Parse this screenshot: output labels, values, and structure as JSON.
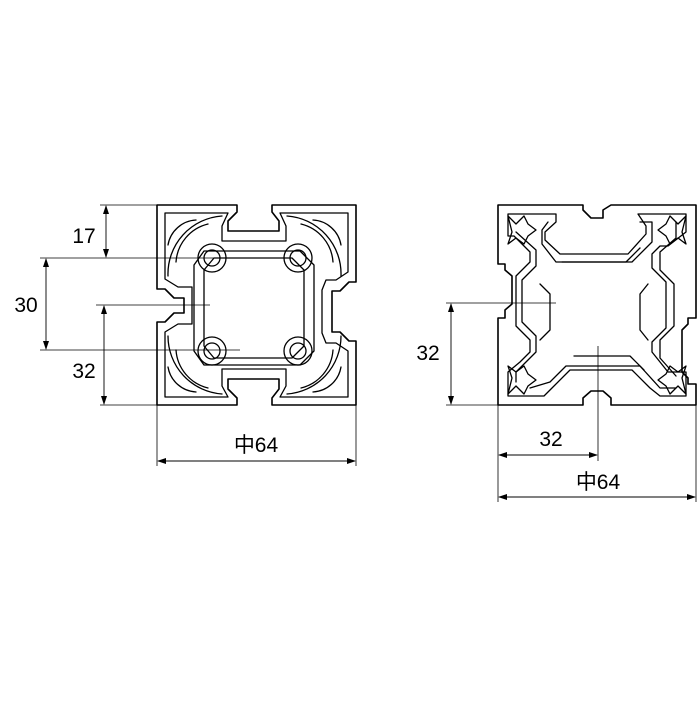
{
  "diagram": {
    "profile_left": {
      "dim_17": "17",
      "dim_30": "30",
      "dim_32": "32",
      "dim_width": "中64"
    },
    "profile_right": {
      "dim_height_32": "32",
      "dim_width_32": "32",
      "dim_width": "中64"
    }
  }
}
